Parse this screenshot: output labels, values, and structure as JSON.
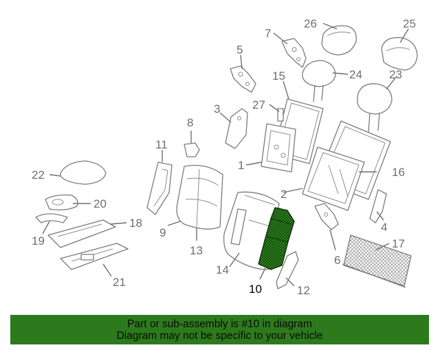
{
  "highlight_color": "#2d8a1e",
  "banner": {
    "line1": "Part or sub-assembly is #10 in diagram",
    "line2": "Diagram may not be specific to your vehicle",
    "background": "#2d7a1c"
  },
  "callouts": {
    "c1": "1",
    "c2": "2",
    "c3": "3",
    "c4": "4",
    "c5": "5",
    "c6": "6",
    "c7": "7",
    "c8": "8",
    "c9": "9",
    "c10": "10",
    "c11": "11",
    "c12": "12",
    "c13": "13",
    "c14": "14",
    "c15": "15",
    "c16": "16",
    "c17": "17",
    "c18": "18",
    "c19": "19",
    "c20": "20",
    "c21": "21",
    "c22": "22",
    "c23": "23",
    "c24": "24",
    "c25": "25",
    "c26": "26",
    "c27": "27"
  }
}
